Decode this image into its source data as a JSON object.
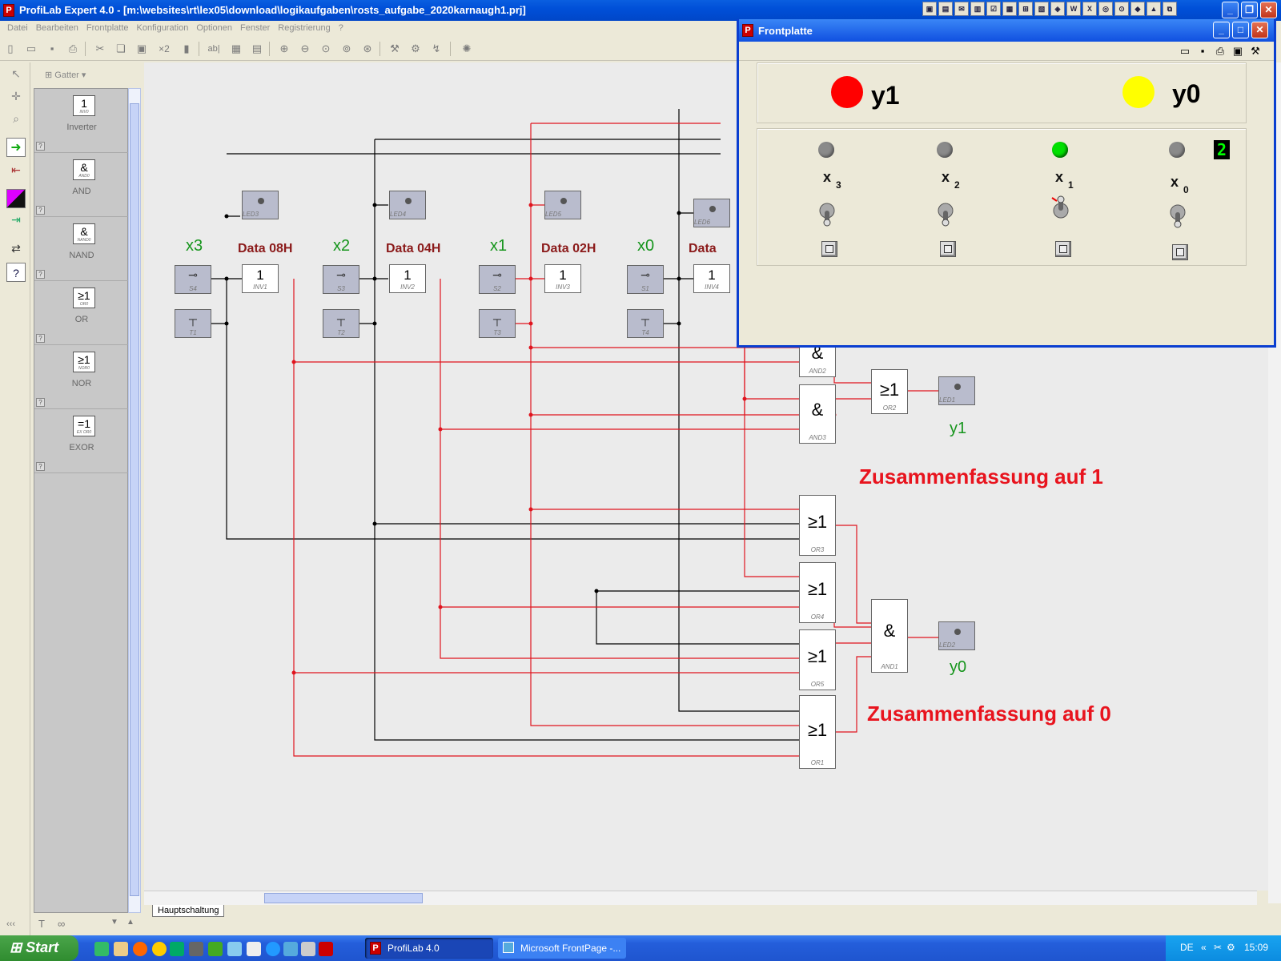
{
  "window": {
    "title": "ProfiLab Expert 4.0 - [m:\\websites\\rt\\lex05\\download\\logikaufgaben\\rosts_aufgabe_2020karnaugh1.prj]"
  },
  "menu": [
    "Datei",
    "Bearbeiten",
    "Frontplatte",
    "Konfiguration",
    "Optionen",
    "Fenster",
    "Registrierung",
    "?"
  ],
  "toolbar": {
    "text_x2": "×2",
    "text_ab": "ab|"
  },
  "palette": {
    "header": "Gatter",
    "items": [
      {
        "symbol": "1",
        "tag": "INV0",
        "label": "Inverter"
      },
      {
        "symbol": "&",
        "tag": "AND0",
        "label": "AND"
      },
      {
        "symbol": "&",
        "tag": "NAND0",
        "label": "NAND"
      },
      {
        "symbol": "≥1",
        "tag": "OR0",
        "label": "OR"
      },
      {
        "symbol": "≥1",
        "tag": "NOR0",
        "label": "NOR"
      },
      {
        "symbol": "=1",
        "tag": "EX OR0",
        "label": "EXOR"
      }
    ],
    "help": "?",
    "collapse": "‹‹‹"
  },
  "schematic": {
    "inputs": [
      {
        "name": "x3",
        "data": "Data 08H",
        "sw": "S4",
        "tast": "T1",
        "led": "LED3",
        "inv": "INV1"
      },
      {
        "name": "x2",
        "data": "Data 04H",
        "sw": "S3",
        "tast": "T2",
        "led": "LED4",
        "inv": "INV2"
      },
      {
        "name": "x1",
        "data": "Data 02H",
        "sw": "S2",
        "tast": "T3",
        "led": "LED5",
        "inv": "INV3"
      },
      {
        "name": "x0",
        "data": "Data",
        "sw": "S1",
        "tast": "T4",
        "led": "LED6",
        "inv": "INV4"
      }
    ],
    "inv_symbol": "1",
    "gates": {
      "and2": "AND2",
      "and3": "AND3",
      "or2": "OR2",
      "or3": "OR3",
      "or4": "OR4",
      "or5": "OR5",
      "or1": "OR1",
      "and1": "AND1"
    },
    "and_symbol": "&",
    "or_symbol": "≥1",
    "outputs": [
      {
        "name": "y1",
        "led": "LED1"
      },
      {
        "name": "y0",
        "led": "LED2"
      }
    ],
    "label_sum1": "Zusammenfassung auf 1",
    "label_sum0": "Zusammenfassung auf 0",
    "tab": "Hauptschaltung"
  },
  "frontpanel": {
    "title": "Frontplatte",
    "outputs": [
      {
        "name": "y1",
        "color": "#ff0000"
      },
      {
        "name": "y0",
        "color": "#ffff00"
      }
    ],
    "inputs": [
      {
        "name": "x",
        "sub": "3",
        "state": "off"
      },
      {
        "name": "x",
        "sub": "2",
        "state": "off"
      },
      {
        "name": "x",
        "sub": "1",
        "state": "on"
      },
      {
        "name": "x",
        "sub": "0",
        "state": "off"
      }
    ],
    "display": "2"
  },
  "taskbar": {
    "start": "Start",
    "tasks": [
      "ProfiLab 4.0",
      "Microsoft FrontPage -..."
    ],
    "lang": "DE",
    "time": "15:09"
  },
  "colors": {
    "wire_red": "#e0141e",
    "wire_black": "#000000",
    "label_green": "#16951c",
    "label_dark_red": "#8b1a1a"
  }
}
